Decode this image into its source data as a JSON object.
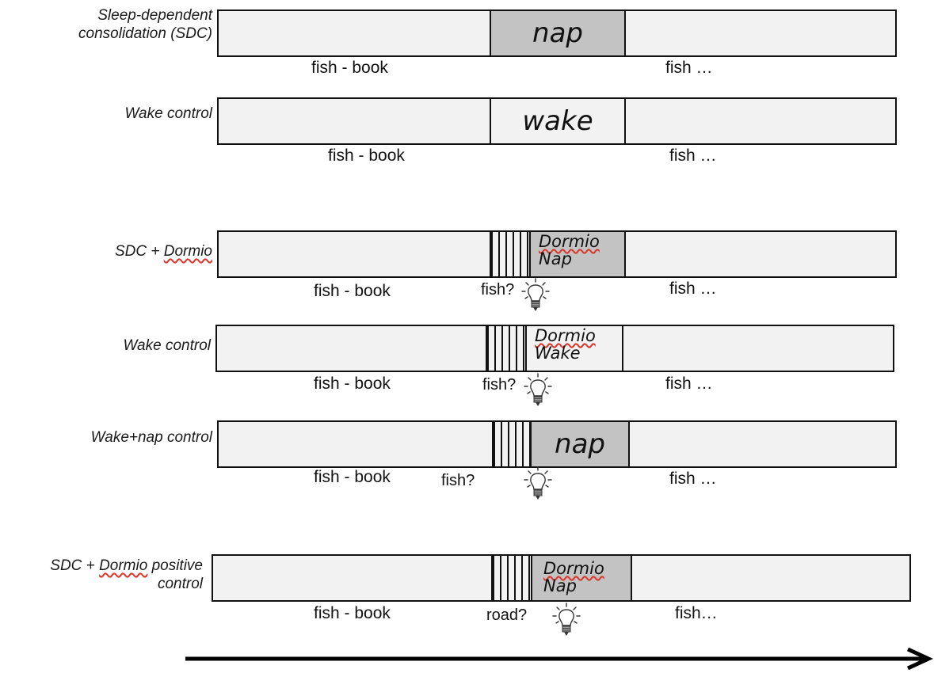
{
  "rows": [
    {
      "label": "Sleep-dependent\nconsolidation (SDC)",
      "mid": "nap",
      "left_caption": "fish - book",
      "right_caption": "fish …"
    },
    {
      "label": "Wake control",
      "mid": "wake",
      "left_caption": "fish - book",
      "right_caption": "fish …"
    },
    {
      "label_a": "SDC + ",
      "label_b": "Dormio",
      "mid_l1": "Dormio",
      "mid_l2": "Nap",
      "left_caption": "fish - book",
      "query": "fish?",
      "right_caption": "fish …"
    },
    {
      "label": "Wake control",
      "mid_l1": "Dormio",
      "mid_l2": "Wake",
      "left_caption": "fish - book",
      "query": "fish?",
      "right_caption": "fish …"
    },
    {
      "label": "Wake+nap control",
      "mid": "nap",
      "left_caption": "fish - book",
      "query": "fish?",
      "right_caption": "fish …"
    },
    {
      "label_a": "SDC + ",
      "label_b": "Dormio",
      "label_c": " positive\ncontrol",
      "mid_l1": "Dormio",
      "mid_l2": "Nap",
      "left_caption": "fish - book",
      "query": "road?",
      "right_caption": "fish…"
    }
  ],
  "icons": [
    "lightbulb-icon",
    "right-arrow-icon"
  ],
  "colors": {
    "bar_fill": "#f2f2f2",
    "nap_fill": "#c3c3c3",
    "outline": "#111111",
    "spellcheck": "#d9352b"
  }
}
